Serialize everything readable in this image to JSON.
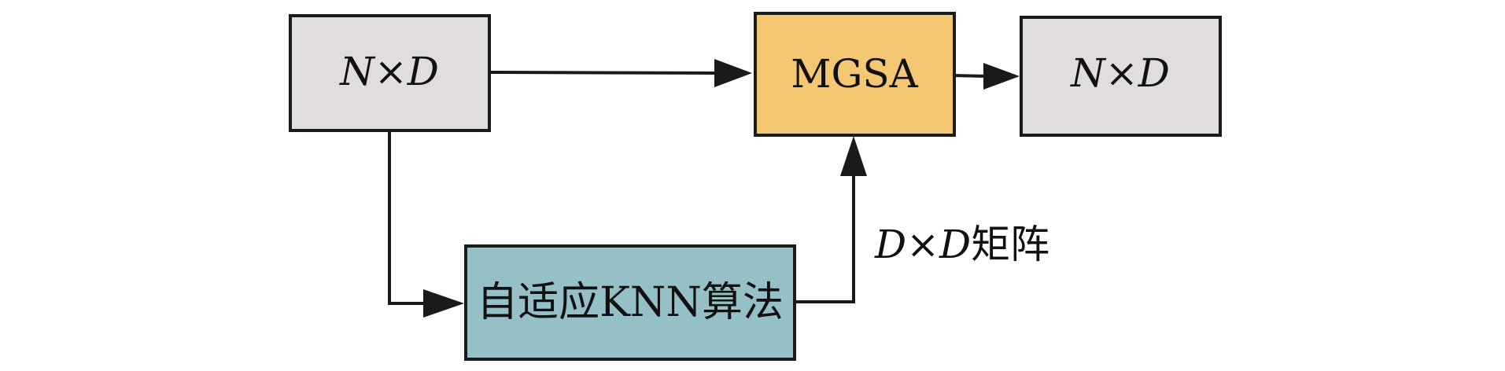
{
  "nodes": {
    "input": {
      "label_a": "N",
      "label_op": "×",
      "label_b": "D",
      "fill": "#e1dddc"
    },
    "mgsa": {
      "label": "MGSA",
      "fill": "#f4c873"
    },
    "output": {
      "label_a": "N",
      "label_op": "×",
      "label_b": "D",
      "fill": "#e1dddc"
    },
    "knn": {
      "label": "自适应KNN算法",
      "fill": "#95c0c5"
    }
  },
  "edges": {
    "knn_to_mgsa": {
      "label_a": "D",
      "label_op": "×",
      "label_b": "D",
      "label_suffix": "矩阵"
    }
  },
  "colors": {
    "stroke": "#1a1a1a",
    "text": "#111111"
  }
}
